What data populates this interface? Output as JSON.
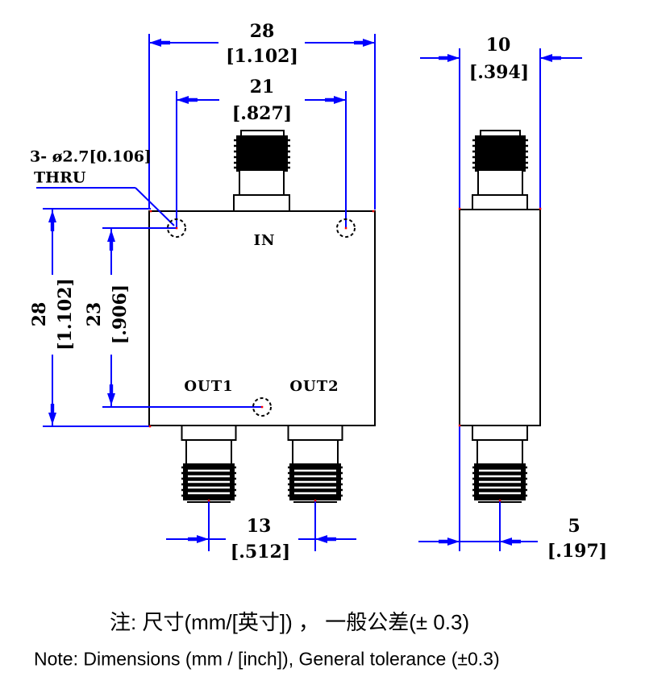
{
  "front_view": {
    "label_in": "IN",
    "label_out1": "OUT1",
    "label_out2": "OUT2"
  },
  "callout": {
    "line1": "3- ø2.7[0.106]",
    "line2": "THRU"
  },
  "dims": {
    "width": {
      "mm": "28",
      "inch": "[1.102]"
    },
    "hole_span": {
      "mm": "21",
      "inch": "[.827]"
    },
    "height": {
      "mm": "28",
      "inch": "[1.102]"
    },
    "hole_height": {
      "mm": "23",
      "inch": "[.906]"
    },
    "out_span": {
      "mm": "13",
      "inch": "[.512]"
    },
    "depth": {
      "mm": "10",
      "inch": "[.394]"
    },
    "edge_offset": {
      "mm": "5",
      "inch": "[.197]"
    }
  },
  "notes": {
    "zh": "注: 尺寸(mm/[英寸]) ， 一般公差(± 0.3)",
    "en": "Note: Dimensions (mm / [inch]), General tolerance (±0.3)"
  },
  "colors": {
    "dimension_blue": "#0000ff",
    "geometry_black": "#000000",
    "endpoint_red": "#ff0000"
  }
}
